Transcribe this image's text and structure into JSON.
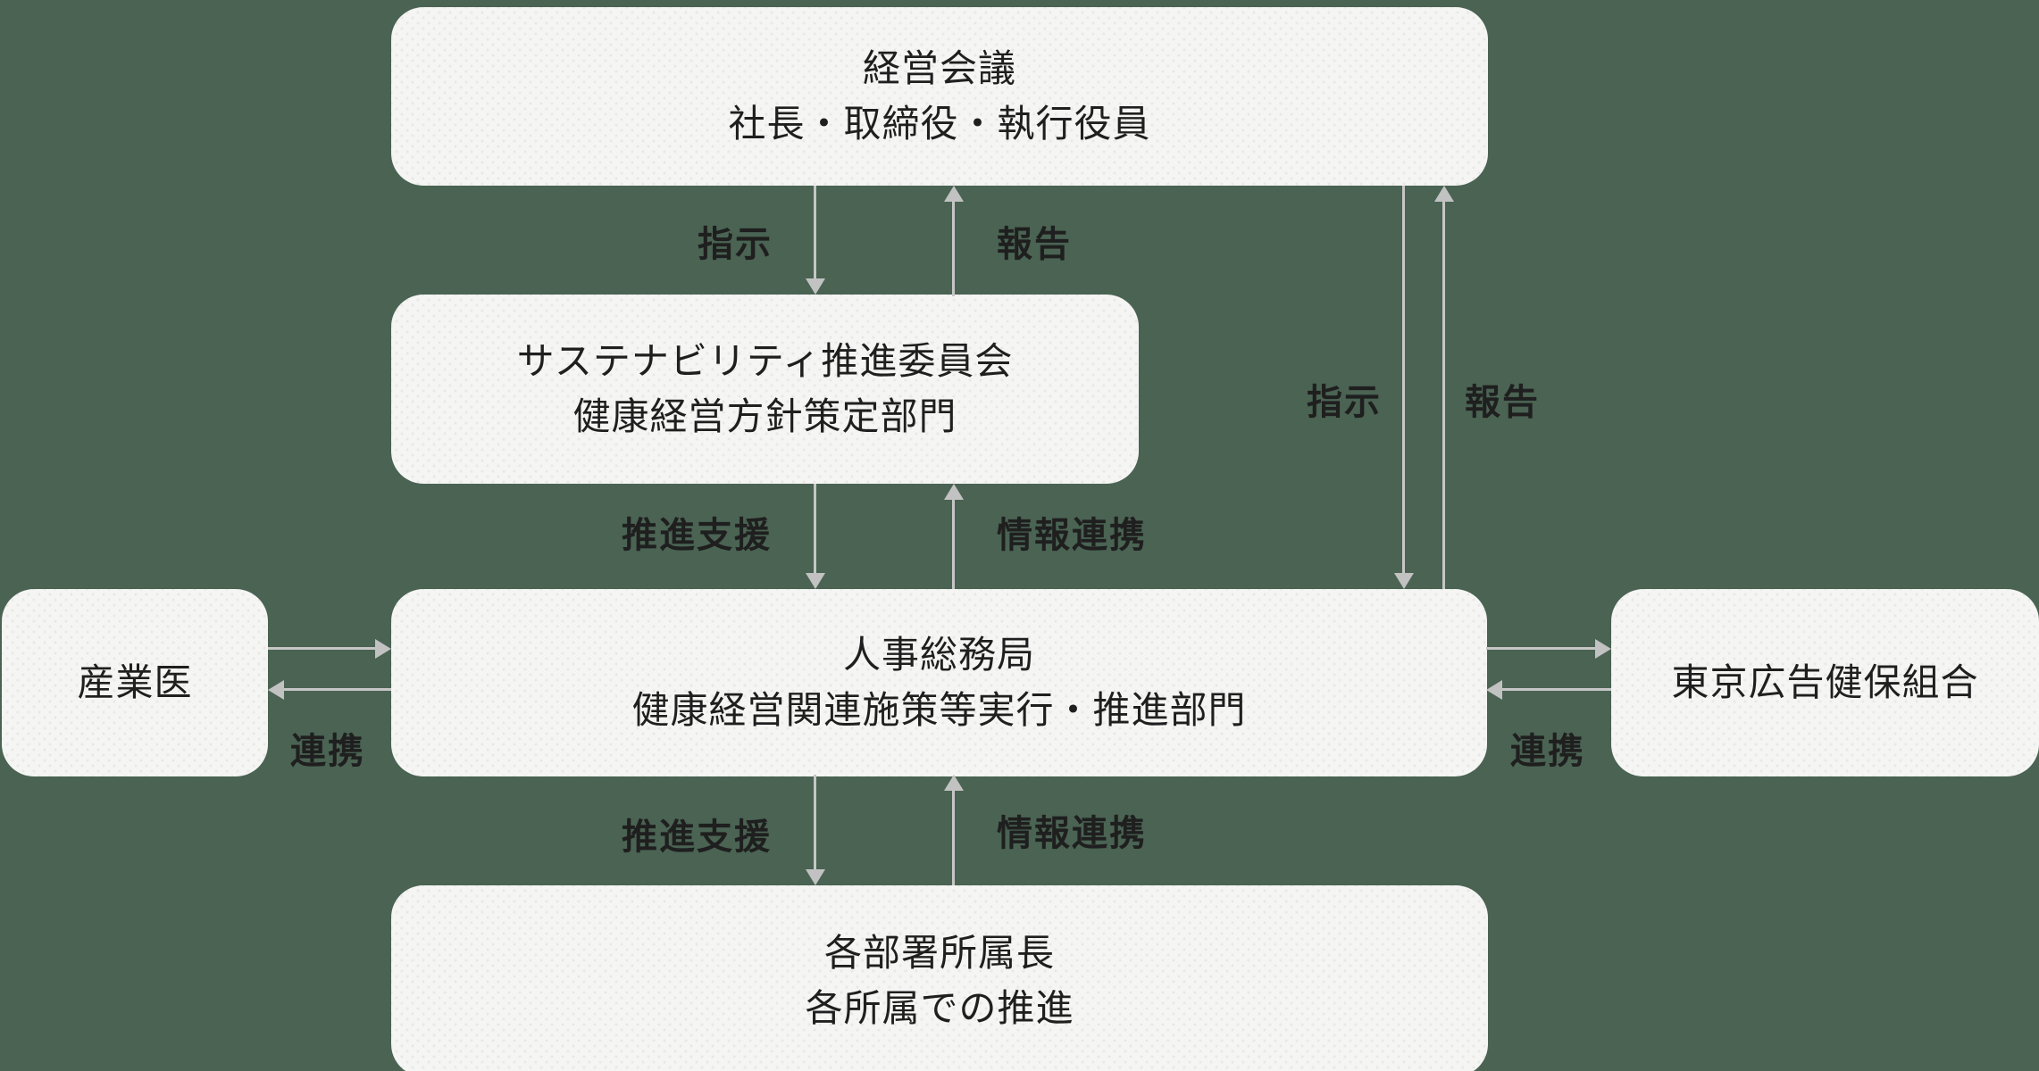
{
  "colors": {
    "background": "#4a6353",
    "node_fill": "#f5f5f4",
    "text": "#1f1f1f",
    "arrow": "#c6c6c6"
  },
  "nodes": {
    "management": {
      "line1": "経営会議",
      "line2": "社長・取締役・執行役員"
    },
    "sustainability": {
      "line1": "サステナビリティ推進委員会",
      "line2": "健康経営方針策定部門"
    },
    "hr": {
      "line1": "人事総務局",
      "line2": "健康経営関連施策等実行・推進部門"
    },
    "departments": {
      "line1": "各部署所属長",
      "line2": "各所属での推進"
    },
    "physician": {
      "label": "産業医"
    },
    "insurance": {
      "label": "東京広告健保組合"
    }
  },
  "labels": {
    "instruction": "指示",
    "report": "報告",
    "promotion_support": "推進支援",
    "info_collaboration": "情報連携",
    "collaboration": "連携"
  }
}
